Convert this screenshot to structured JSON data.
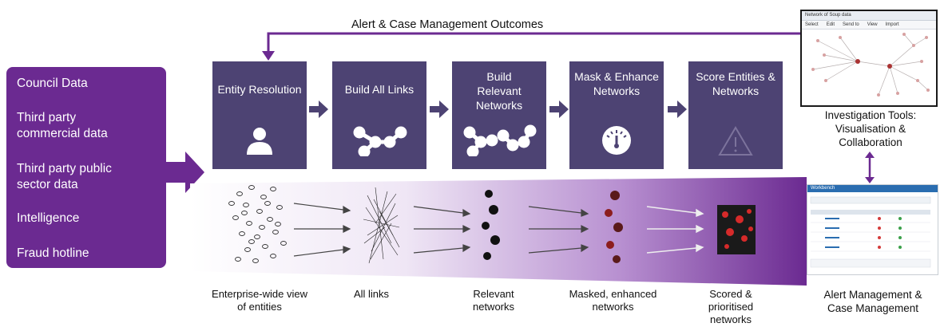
{
  "sources": {
    "items": [
      "Council Data",
      "Third party\ncommercial data",
      "Third party public\nsector data",
      "Intelligence",
      "Fraud hotline"
    ]
  },
  "steps": [
    {
      "title": "Entity Resolution",
      "icon": "person-icon"
    },
    {
      "title": "Build All Links",
      "icon": "network-link-icon"
    },
    {
      "title": "Build\nRelevant\nNetworks",
      "icon": "networks-icon"
    },
    {
      "title": "Mask & Enhance\nNetworks",
      "icon": "gauge-icon"
    },
    {
      "title": "Score Entities &\nNetworks",
      "icon": "warning-icon"
    }
  ],
  "feedback_label": "Alert & Case Management Outcomes",
  "stage_labels": [
    "Enterprise-wide view\nof entities",
    "All links",
    "Relevant\nnetworks",
    "Masked, enhanced\nnetworks",
    "Scored &\nprioritised\nnetworks"
  ],
  "investigation": {
    "label": "Investigation Tools:\nVisualisation &\nCollaboration",
    "window_title": "Network of Soup data",
    "menu": [
      "Select",
      "Edit",
      "Send to",
      "View",
      "Import"
    ]
  },
  "alert": {
    "label": "Alert Management &\nCase Management",
    "window_title": "Workbench"
  },
  "colors": {
    "purple": "#6b2a91",
    "slate": "#4d4373",
    "light_purple": "#d9c6e8"
  }
}
